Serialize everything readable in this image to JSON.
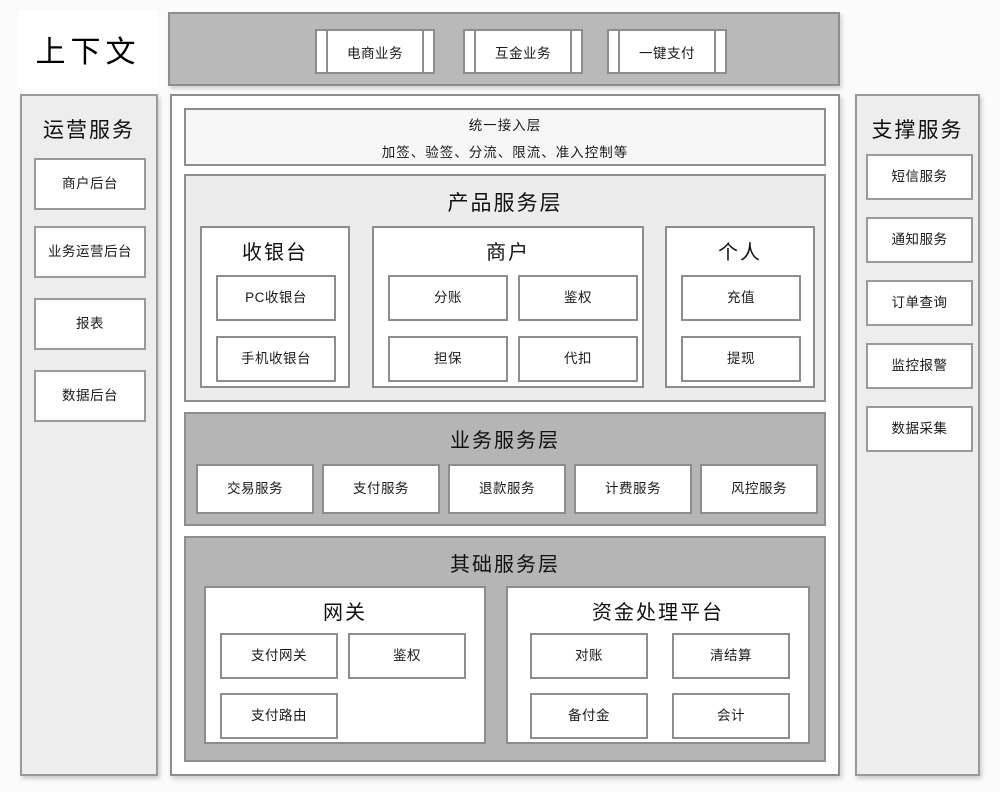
{
  "diagram": {
    "context_title": "上下文",
    "top_bar": {
      "items": [
        {
          "label": "电商业务"
        },
        {
          "label": "互金业务"
        },
        {
          "label": "一键支付"
        }
      ]
    },
    "left_rail": {
      "title": "运营服务",
      "items": [
        {
          "label": "商户后台"
        },
        {
          "label": "业务运营后台"
        },
        {
          "label": "报表"
        },
        {
          "label": "数据后台"
        }
      ]
    },
    "right_rail": {
      "title": "支撑服务",
      "items": [
        {
          "label": "短信服务"
        },
        {
          "label": "通知服务"
        },
        {
          "label": "订单查询"
        },
        {
          "label": "监控报警"
        },
        {
          "label": "数据采集"
        }
      ]
    },
    "access_layer": {
      "title": "统一接入层",
      "subtitle": "加签、验签、分流、限流、准入控制等"
    },
    "product_layer": {
      "title": "产品服务层",
      "groups": [
        {
          "title": "收银台",
          "items": [
            {
              "label": "PC收银台"
            },
            {
              "label": "手机收银台"
            }
          ]
        },
        {
          "title": "商户",
          "items": [
            {
              "label": "分账"
            },
            {
              "label": "鉴权"
            },
            {
              "label": "担保"
            },
            {
              "label": "代扣"
            }
          ]
        },
        {
          "title": "个人",
          "items": [
            {
              "label": "充值"
            },
            {
              "label": "提现"
            }
          ]
        }
      ]
    },
    "business_layer": {
      "title": "业务服务层",
      "items": [
        {
          "label": "交易服务"
        },
        {
          "label": "支付服务"
        },
        {
          "label": "退款服务"
        },
        {
          "label": "计费服务"
        },
        {
          "label": "风控服务"
        }
      ]
    },
    "base_layer": {
      "title": "其础服务层",
      "groups": [
        {
          "title": "网关",
          "items": [
            {
              "label": "支付网关"
            },
            {
              "label": "鉴权"
            },
            {
              "label": "支付路由"
            }
          ]
        },
        {
          "title": "资金处理平台",
          "items": [
            {
              "label": "对账"
            },
            {
              "label": "清结算"
            },
            {
              "label": "备付金"
            },
            {
              "label": "会计"
            }
          ]
        }
      ]
    },
    "colors": {
      "layer_gray": "#b5b5b5",
      "layer_light": "#ececec",
      "rail_gray": "#ededed",
      "topbar_gray": "#b9b9b9",
      "border": "#8d8d8d",
      "cell_white": "#ffffff",
      "page_background": "#fbfbfb"
    }
  }
}
